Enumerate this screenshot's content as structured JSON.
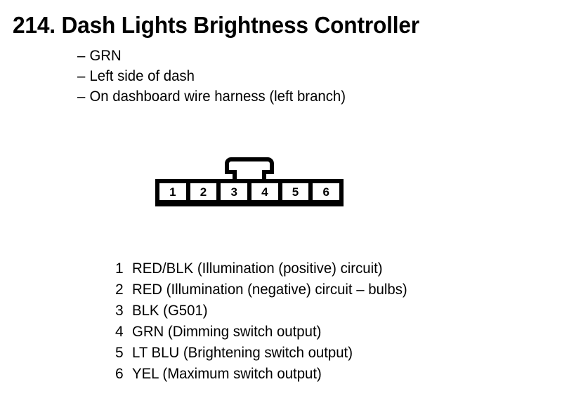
{
  "page": {
    "background_color": "#ffffff",
    "ink_color": "#000000"
  },
  "header": {
    "number": "214.",
    "title": "Dash Lights Brightness Controller",
    "full_title": "214. Dash Lights Brightness Controller"
  },
  "notes": {
    "dash": "–",
    "items": [
      "GRN",
      "Left side of dash",
      "On dashboard wire harness (left branch)"
    ]
  },
  "connector": {
    "type": "6-pin connector face view with locking latch",
    "pin_count": 6,
    "pin_labels": [
      "1",
      "2",
      "3",
      "4",
      "5",
      "6"
    ],
    "latch_position": "top-center"
  },
  "legend": {
    "rows": [
      {
        "pin": "1",
        "text": "RED/BLK (Illumination (positive) circuit)"
      },
      {
        "pin": "2",
        "text": "RED (Illumination (negative) circuit – bulbs)"
      },
      {
        "pin": "3",
        "text": "BLK (G501)"
      },
      {
        "pin": "4",
        "text": "GRN (Dimming switch output)"
      },
      {
        "pin": "5",
        "text": "LT BLU (Brightening switch output)"
      },
      {
        "pin": "6",
        "text": "YEL (Maximum switch output)"
      }
    ]
  }
}
